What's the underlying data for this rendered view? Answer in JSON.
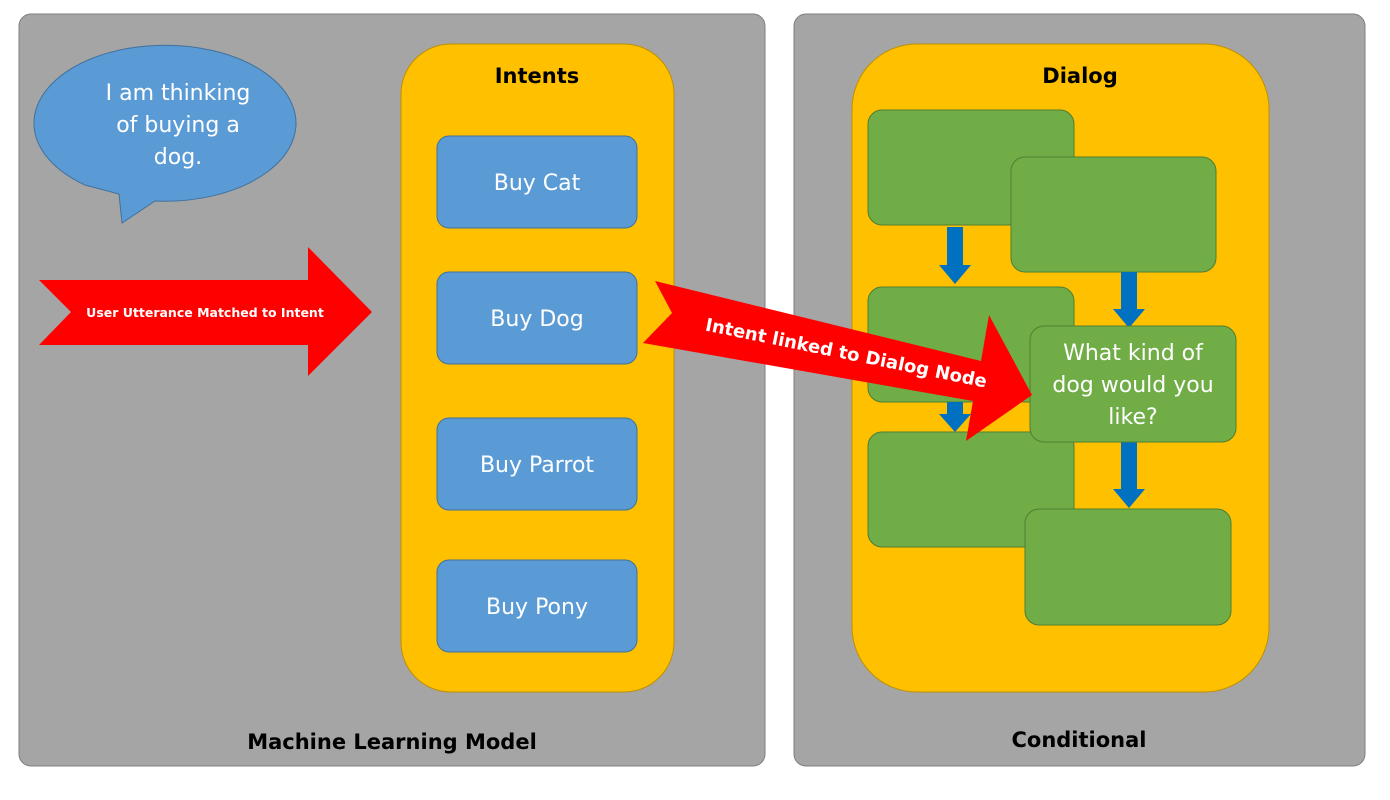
{
  "panels": {
    "left_title": "Machine Learning Model",
    "right_title": "Conditional"
  },
  "speech_bubble": {
    "lines": [
      "I am thinking",
      "of buying a",
      "dog."
    ]
  },
  "intents": {
    "title": "Intents",
    "items": [
      "Buy Cat",
      "Buy Dog",
      "Buy Parrot",
      "Buy Pony"
    ]
  },
  "dialog": {
    "title": "Dialog",
    "node_text_lines": [
      "What kind of",
      "dog would you",
      "like?"
    ]
  },
  "arrows": {
    "utterance_label": "User Utterance Matched to Intent",
    "link_label": "Intent linked to Dialog Node"
  },
  "colors": {
    "panel": "#a5a5a5",
    "container": "#ffc000",
    "intent_box": "#5b9bd5",
    "dialog_node": "#70ad47",
    "arrow_red": "#ff0000",
    "arrow_blue": "#0070c0"
  }
}
